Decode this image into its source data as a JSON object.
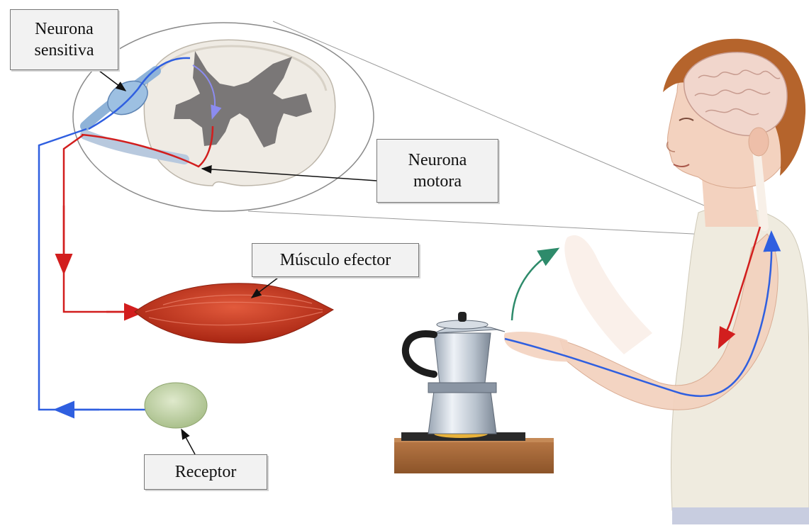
{
  "labels": {
    "sensory_neuron": [
      "Neurona",
      "sensitiva"
    ],
    "motor_neuron": [
      "Neurona",
      "motora"
    ],
    "effector_muscle": "Músculo efector",
    "receptor": "Receptor"
  },
  "colors": {
    "sensory_path": "#2f5fe0",
    "motor_path": "#d21e1e",
    "movement_arrow": "#2e8b6b",
    "gray_matter": "#7a7777",
    "spinal_cord": "#efebe4",
    "muscle": "#c8351c",
    "receptor": "#c9dcb0",
    "hair": "#b5642c",
    "skin": "#f3d2bf",
    "shirt": "#efebdf",
    "counter": "#a8693c"
  }
}
